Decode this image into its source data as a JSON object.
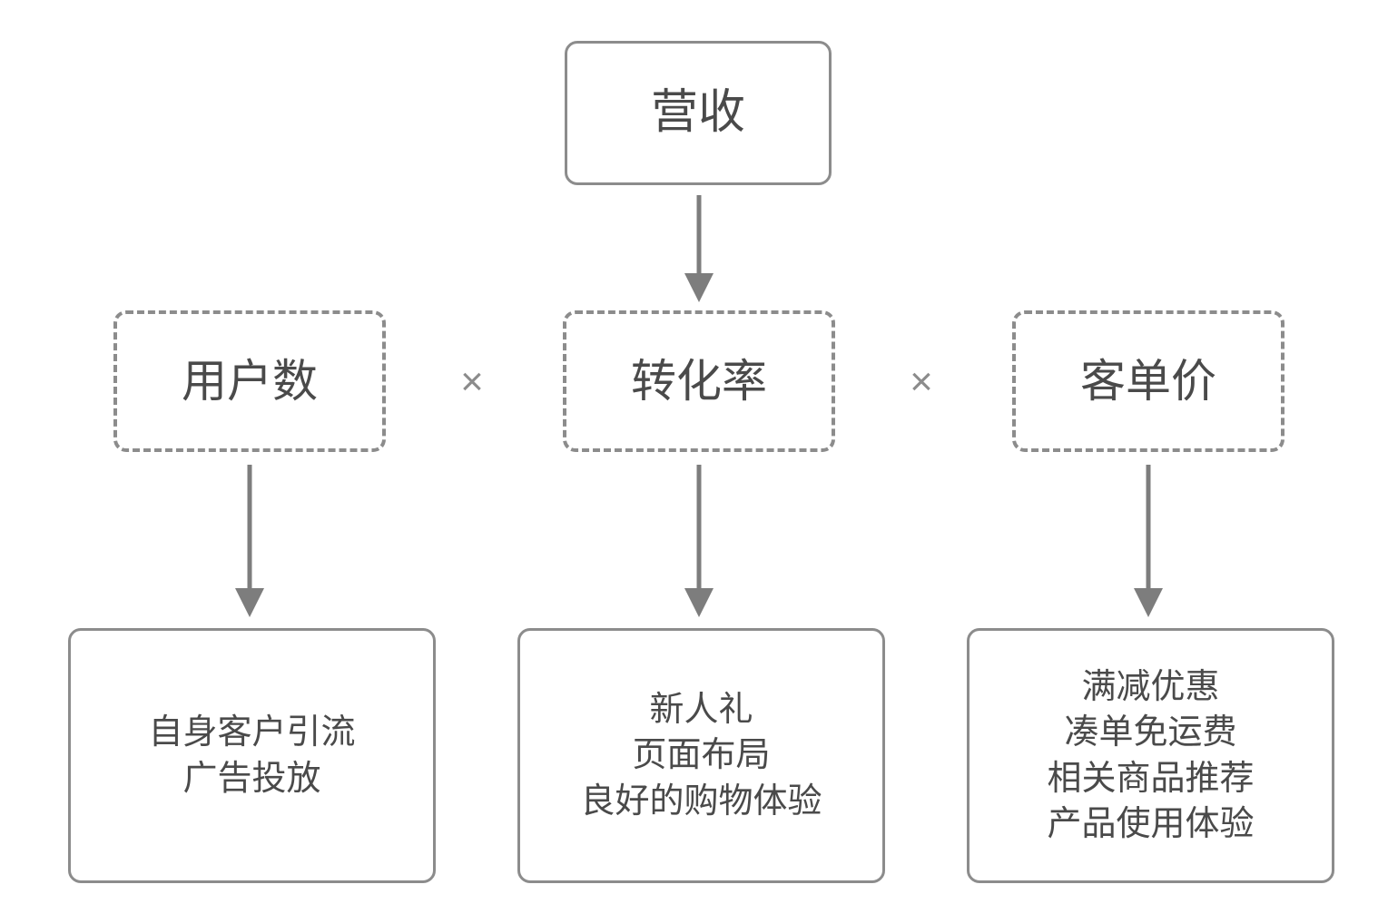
{
  "diagram": {
    "title_node": {
      "id": "revenue",
      "label": "营收"
    },
    "operators": [
      {
        "id": "mult-1",
        "symbol": "×"
      },
      {
        "id": "mult-2",
        "symbol": "×"
      }
    ],
    "metrics": [
      {
        "id": "users",
        "label": "用户数"
      },
      {
        "id": "conversion",
        "label": "转化率"
      },
      {
        "id": "aov",
        "label": "客单价"
      }
    ],
    "details": [
      {
        "id": "detail-users",
        "lines": [
          "自身客户引流",
          "广告投放"
        ],
        "text": "自身客户引流\n广告投放"
      },
      {
        "id": "detail-conversion",
        "lines": [
          "新人礼",
          "页面布局",
          "良好的购物体验"
        ],
        "text": "新人礼\n页面布局\n良好的购物体验"
      },
      {
        "id": "detail-aov",
        "lines": [
          "满减优惠",
          "凑单免运费",
          "相关商品推荐",
          "产品使用体验"
        ],
        "text": "满减优惠\n凑单免运费\n相关商品推荐\n产品使用体验"
      }
    ],
    "colors": {
      "border": "#8c8c8c",
      "text": "#4a4a4a",
      "arrow": "#7d7d7d",
      "background": "#ffffff",
      "operator": "#8c8c8c"
    }
  }
}
